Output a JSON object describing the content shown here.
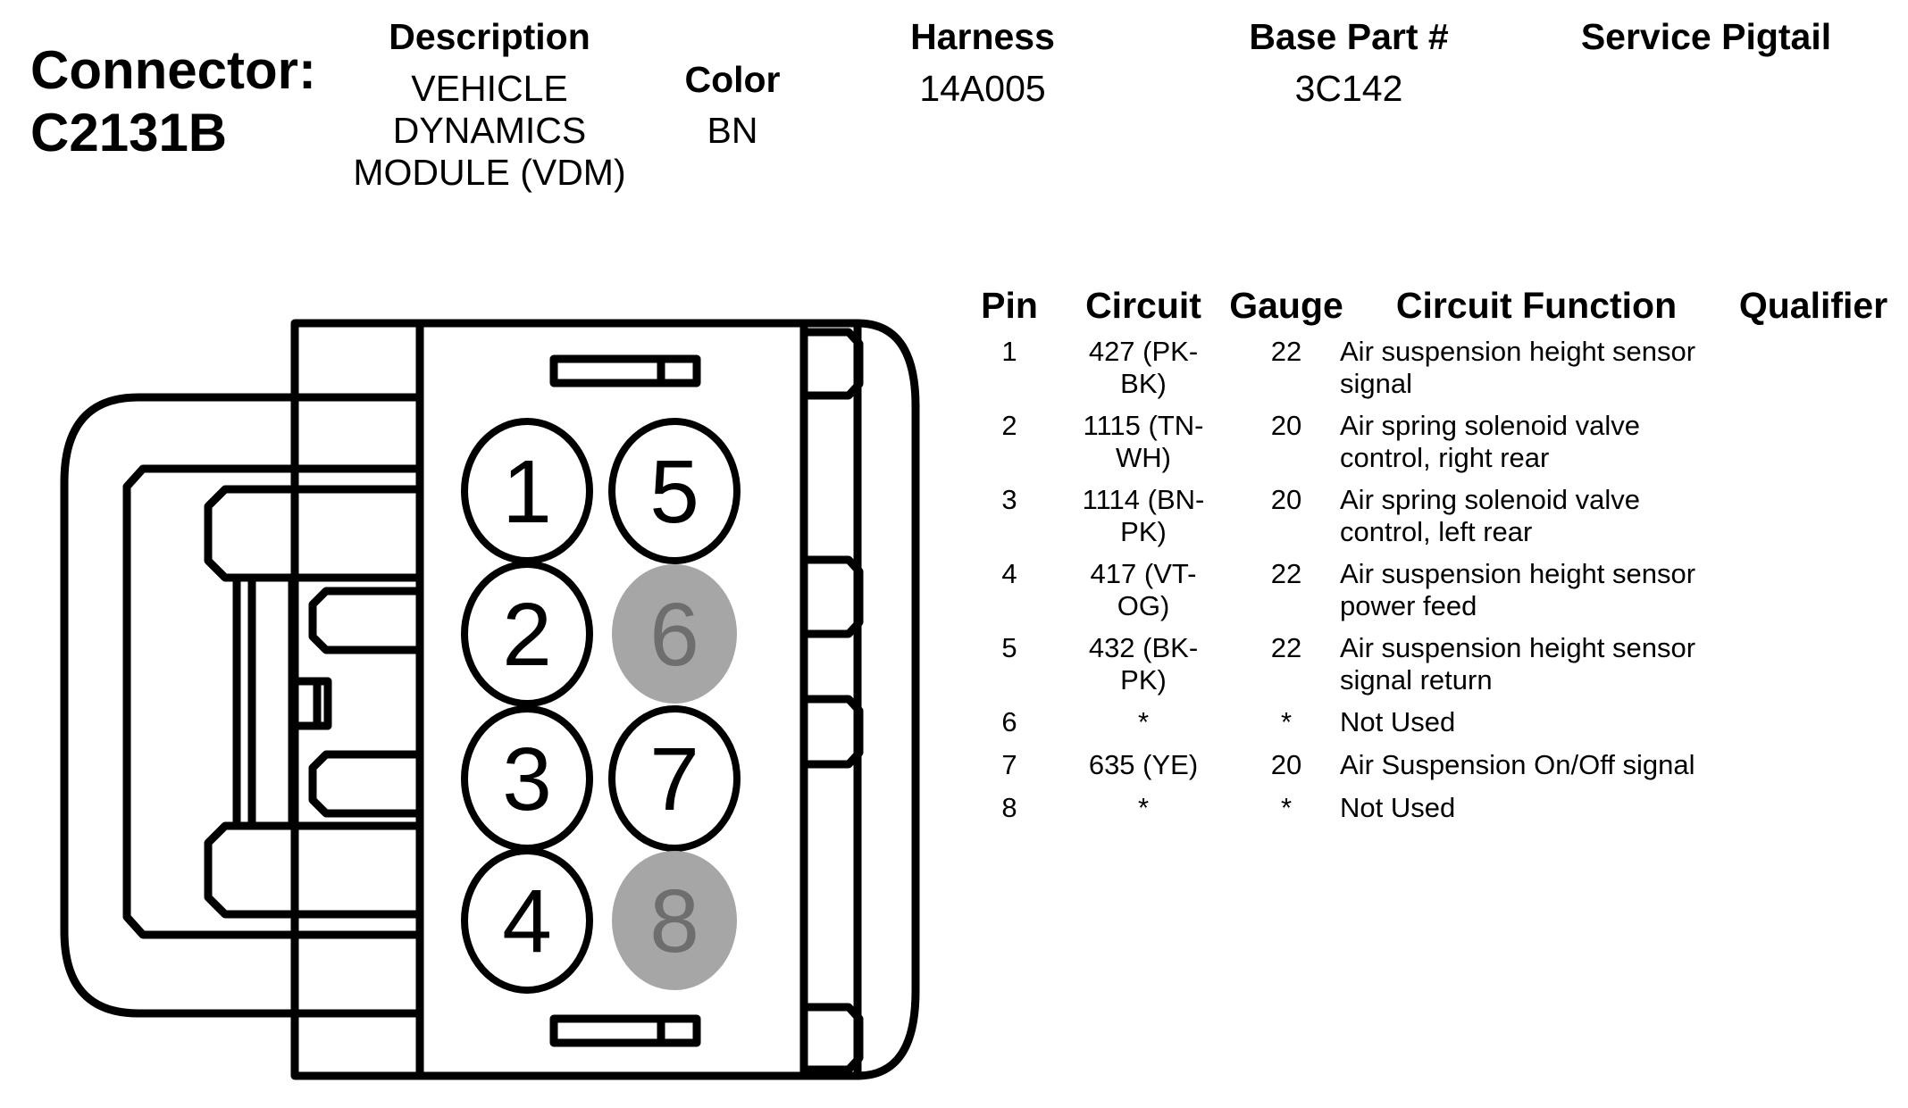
{
  "connector": {
    "title_line1": "Connector:",
    "title_line2": "C2131B",
    "description_label": "Description",
    "description_lines": [
      "VEHICLE",
      "DYNAMICS",
      "MODULE (VDM)"
    ],
    "color_label": "Color",
    "color_value": "BN",
    "harness_label": "Harness",
    "harness_value": "14A005",
    "base_part_label": "Base Part #",
    "base_part_value": "3C142",
    "service_pigtail_label": "Service Pigtail"
  },
  "diagram": {
    "pins": [
      {
        "number": "1",
        "used": true
      },
      {
        "number": "2",
        "used": true
      },
      {
        "number": "3",
        "used": true
      },
      {
        "number": "4",
        "used": true
      },
      {
        "number": "5",
        "used": true
      },
      {
        "number": "6",
        "used": false
      },
      {
        "number": "7",
        "used": true
      },
      {
        "number": "8",
        "used": false
      }
    ],
    "colors": {
      "outline": "#000000",
      "unused_fill": "#a6a6a6",
      "unused_text": "#6e6e6e",
      "used_fill": "#ffffff"
    }
  },
  "table": {
    "headers": {
      "pin": "Pin",
      "circuit": "Circuit",
      "gauge": "Gauge",
      "function": "Circuit Function",
      "qualifier": "Qualifier"
    },
    "rows": [
      {
        "pin": "1",
        "circuit_l1": "427 (PK-",
        "circuit_l2": "BK)",
        "gauge": "22",
        "func_l1": "Air suspension height sensor",
        "func_l2": "signal",
        "qualifier": ""
      },
      {
        "pin": "2",
        "circuit_l1": "1115 (TN-",
        "circuit_l2": "WH)",
        "gauge": "20",
        "func_l1": "Air spring solenoid valve",
        "func_l2": "control, right rear",
        "qualifier": ""
      },
      {
        "pin": "3",
        "circuit_l1": "1114 (BN-",
        "circuit_l2": "PK)",
        "gauge": "20",
        "func_l1": "Air spring solenoid valve",
        "func_l2": "control, left rear",
        "qualifier": ""
      },
      {
        "pin": "4",
        "circuit_l1": "417 (VT-",
        "circuit_l2": "OG)",
        "gauge": "22",
        "func_l1": "Air suspension height sensor",
        "func_l2": "power feed",
        "qualifier": ""
      },
      {
        "pin": "5",
        "circuit_l1": "432 (BK-",
        "circuit_l2": "PK)",
        "gauge": "22",
        "func_l1": "Air suspension height sensor",
        "func_l2": "signal return",
        "qualifier": ""
      },
      {
        "pin": "6",
        "circuit_l1": "*",
        "circuit_l2": "",
        "gauge": "*",
        "func_l1": "Not Used",
        "func_l2": "",
        "qualifier": ""
      },
      {
        "pin": "7",
        "circuit_l1": "635 (YE)",
        "circuit_l2": "",
        "gauge": "20",
        "func_l1": "Air Suspension On/Off signal",
        "func_l2": "",
        "qualifier": ""
      },
      {
        "pin": "8",
        "circuit_l1": "*",
        "circuit_l2": "",
        "gauge": "*",
        "func_l1": "Not Used",
        "func_l2": "",
        "qualifier": ""
      }
    ]
  }
}
